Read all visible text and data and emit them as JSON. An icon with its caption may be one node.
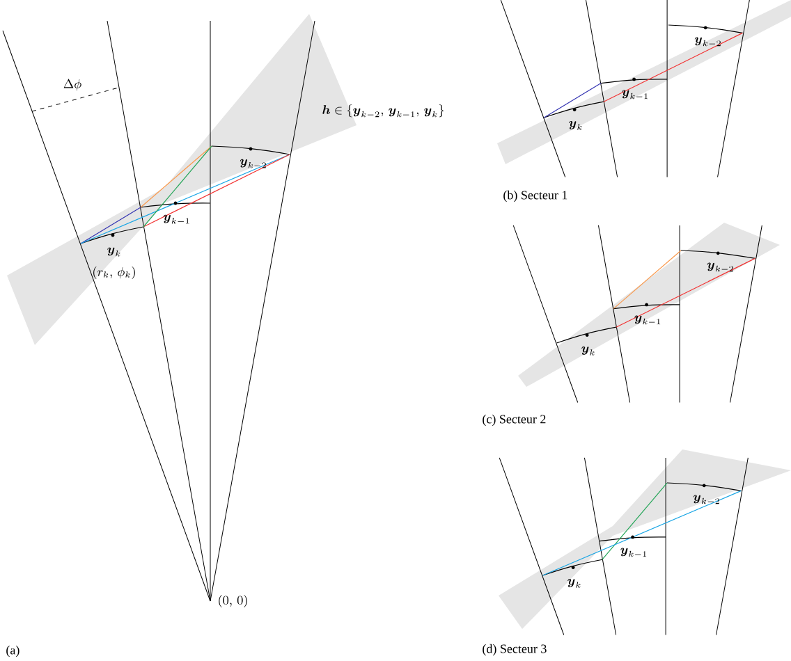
{
  "diagram": {
    "labels": [
      "\\Delta\\phi",
      "\\boldsymbol{h} \\in \\{\\boldsymbol{y}_{k-2},\\, \\boldsymbol{y}_{k-1},\\, \\boldsymbol{y}_k\\}",
      "\\boldsymbol{y}_{k-2}",
      "\\boldsymbol{y}_{k-1}",
      "\\boldsymbol{y}_k",
      "(r_k,\\, \\phi_k)",
      "(0,\\, 0)",
      "(a)",
      "\\boldsymbol{y}_{k-2}",
      "\\boldsymbol{y}_{k-1}",
      "\\boldsymbol{y}_k",
      "(b)  Secteur 1",
      "\\boldsymbol{y}_{k-2}",
      "\\boldsymbol{y}_{k-1}",
      "\\boldsymbol{y}_k",
      "(c) Secteur 2",
      "\\boldsymbol{y}_{k-2}",
      "\\boldsymbol{y}_{k-1}",
      "\\boldsymbol{y}_k",
      "(d) Secteur 3"
    ]
  }
}
